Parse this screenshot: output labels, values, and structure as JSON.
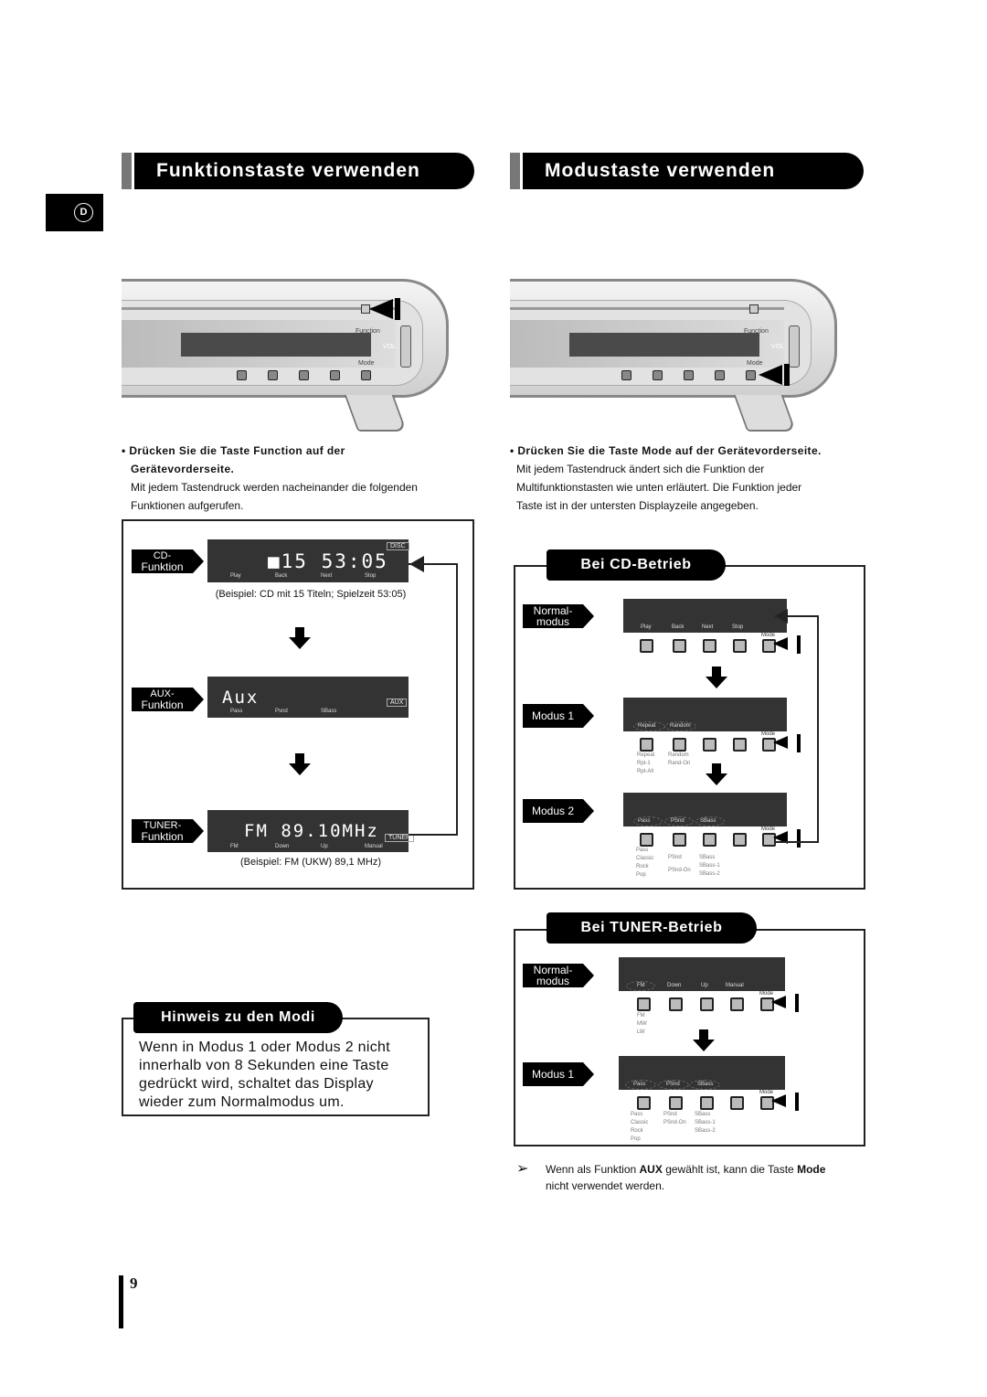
{
  "lang_tab": "D",
  "left": {
    "title": "Funktionstaste verwenden",
    "device": {
      "function_label": "Function",
      "mode_label": "Mode",
      "vol_label": "VOL"
    },
    "instruction_bold_1": "Drücken Sie die Taste Function auf der",
    "instruction_bold_2": "Gerätevorderseite.",
    "instruction_1": "Mit jedem Tastendruck werden nacheinander die folgenden",
    "instruction_2": "Funktionen aufgerufen.",
    "cd": {
      "tag_1": "CD-",
      "tag_2": "Funktion",
      "display": "■15 53:05",
      "badge": "DISC",
      "keys": [
        "Play",
        "Back",
        "Next",
        "Stop"
      ],
      "caption": "(Beispiel: CD mit 15 Titeln; Spielzeit 53:05)"
    },
    "aux": {
      "tag_1": "AUX-",
      "tag_2": "Funktion",
      "display": "Aux",
      "badge": "AUX",
      "keys": [
        "Pass",
        "Psnd",
        "SBass"
      ]
    },
    "tuner": {
      "tag_1": "TUNER-",
      "tag_2": "Funktion",
      "display": "FM  89.10MHz",
      "badge": "TUNER",
      "keys": [
        "FM",
        "Down",
        "Up",
        "Manual"
      ],
      "caption": "(Beispiel: FM (UKW) 89,1 MHz)"
    },
    "hint": {
      "title": "Hinweis zu den Modi",
      "lines": [
        "Wenn in Modus 1 oder Modus 2 nicht",
        "innerhalb von 8 Sekunden eine Taste",
        "gedrückt wird, schaltet das Display",
        "wieder zum Normalmodus um."
      ]
    }
  },
  "right": {
    "title": "Modustaste verwenden",
    "device": {
      "function_label": "Function",
      "mode_label": "Mode",
      "vol_label": "VOL"
    },
    "instruction_bold": "Drücken Sie die Taste Mode auf der Gerätevorderseite.",
    "instruction_1": "Mit jedem Tastendruck ändert sich die Funktion der",
    "instruction_2": "Multifunktionstasten wie unten erläutert. Die Funktion jeder",
    "instruction_3": "Taste ist in der untersten Displayzeile angegeben.",
    "cd_head": "Bei CD-Betrieb",
    "cd_normal": {
      "tag_1": "Normal-",
      "tag_2": "modus",
      "keys": [
        "Play",
        "Back",
        "Next",
        "Stop"
      ],
      "mode": "Mode"
    },
    "cd_modus1": {
      "tag": "Modus 1",
      "keys": [
        "Repeat",
        "Random"
      ],
      "mode": "Mode",
      "opt_a": [
        "Repeat",
        "Rpt-1",
        "Rpt-All"
      ],
      "opt_b": [
        "Random",
        "Rand-On"
      ]
    },
    "cd_modus2": {
      "tag": "Modus 2",
      "keys": [
        "Pass",
        "PSnd",
        "SBass"
      ],
      "mode": "Mode",
      "opt_a": [
        "Pass",
        "Classic",
        "Rock",
        "Pop"
      ],
      "opt_b": [
        "PSnd",
        "PSnd-On"
      ],
      "opt_c": [
        "SBass",
        "SBass-1",
        "SBass-2"
      ]
    },
    "tuner_head": "Bei TUNER-Betrieb",
    "tuner_normal": {
      "tag_1": "Normal-",
      "tag_2": "modus",
      "keys": [
        "FM",
        "Down",
        "Up",
        "Manual"
      ],
      "mode": "Mode",
      "opt_a": [
        "FM",
        "MW",
        "LW"
      ]
    },
    "tuner_modus1": {
      "tag": "Modus 1",
      "keys": [
        "Pass",
        "PSnd",
        "SBass"
      ],
      "mode": "Mode",
      "opt_a": [
        "Pass",
        "Classic",
        "Rock",
        "Pop"
      ],
      "opt_b": [
        "PSnd",
        "PSnd-On"
      ],
      "opt_c": [
        "SBass",
        "SBass-1",
        "SBass-2"
      ]
    },
    "note_1": "Wenn als Funktion",
    "note_aux": "AUX",
    "note_2": "gewählt ist, kann die Taste",
    "note_mode": "Mode",
    "note_3": "nicht verwendet werden."
  },
  "page_number": "9"
}
